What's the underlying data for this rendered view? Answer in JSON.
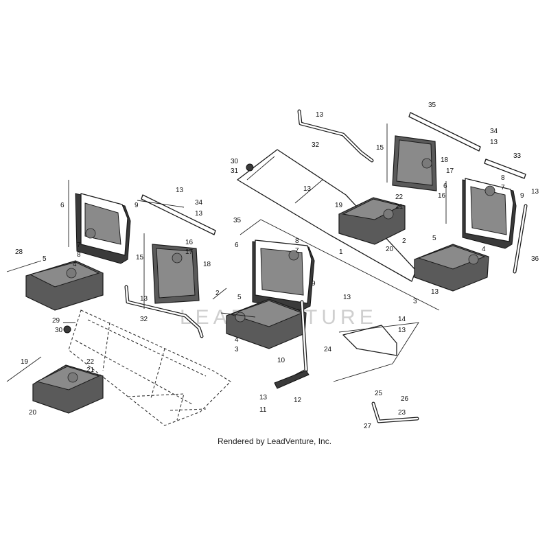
{
  "credit": "Rendered by LeadVenture, Inc.",
  "watermark": "LEADVENTURE",
  "callouts": {
    "c_1": "1",
    "c_2a": "2",
    "c_2b": "2",
    "c_3a": "3",
    "c_3b": "3",
    "c_4a": "4",
    "c_4b": "4",
    "c_4c": "4",
    "c_5a": "5",
    "c_5b": "5",
    "c_5c": "5",
    "c_6a": "6",
    "c_6b": "6",
    "c_6c": "6",
    "c_7a": "7",
    "c_7b": "7",
    "c_7c": "7",
    "c_8a": "8",
    "c_8b": "8",
    "c_8c": "8",
    "c_9a": "9",
    "c_9b": "9",
    "c_9c": "9",
    "c_10": "10",
    "c_11": "11",
    "c_12": "12",
    "c_13a": "13",
    "c_13b": "13",
    "c_13c": "13",
    "c_13d": "13",
    "c_13e": "13",
    "c_13f": "13",
    "c_13g": "13",
    "c_13h": "13",
    "c_13i": "13",
    "c_13j": "13",
    "c_13k": "13",
    "c_14": "14",
    "c_15a": "15",
    "c_15b": "15",
    "c_16a": "16",
    "c_16b": "16",
    "c_17a": "17",
    "c_17b": "17",
    "c_18a": "18",
    "c_18b": "18",
    "c_19a": "19",
    "c_19b": "19",
    "c_20a": "20",
    "c_20b": "20",
    "c_21a": "21",
    "c_21b": "21",
    "c_22a": "22",
    "c_22b": "22",
    "c_23": "23",
    "c_24": "24",
    "c_25": "25",
    "c_26": "26",
    "c_27": "27",
    "c_28": "28",
    "c_29": "29",
    "c_30a": "30",
    "c_30b": "30",
    "c_31": "31",
    "c_32a": "32",
    "c_32b": "32",
    "c_33": "33",
    "c_34a": "34",
    "c_34b": "34",
    "c_35a": "35",
    "c_35b": "35",
    "c_36": "36"
  }
}
